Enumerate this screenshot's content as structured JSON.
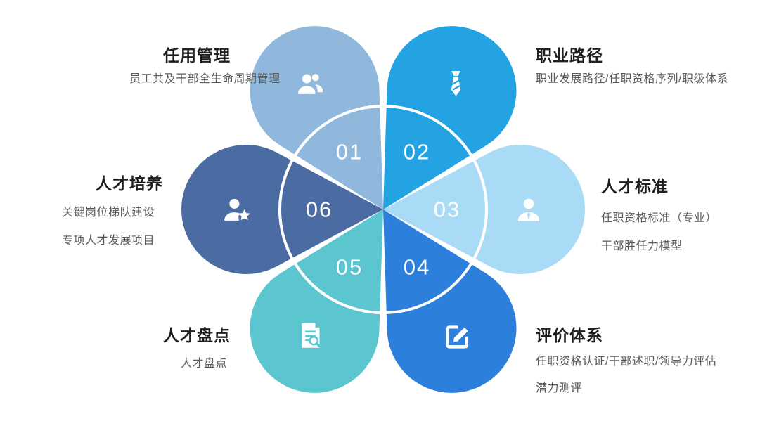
{
  "diagram": {
    "ring_color": "#ffffff",
    "number_color": "#ffffff",
    "title_color": "#1f1f1f",
    "subtitle_color": "#5a5a5a",
    "petals": [
      {
        "id": "appointment-management",
        "number": "01",
        "color": "#90B8DC",
        "icon": "people-icon",
        "title": "任用管理",
        "lines": [
          "员工共及干部全生命周期管理"
        ]
      },
      {
        "id": "career-path",
        "number": "02",
        "color": "#23A3E2",
        "icon": "tie-icon",
        "title": "职业路径",
        "lines": [
          "职业发展路径/任职资格序列/职级体系"
        ]
      },
      {
        "id": "talent-standard",
        "number": "03",
        "color": "#A9DBF6",
        "icon": "person-icon",
        "title": "人才标准",
        "lines": [
          "任职资格标准（专业）",
          "干部胜任力模型"
        ]
      },
      {
        "id": "evaluation-system",
        "number": "04",
        "color": "#2C7FDA",
        "icon": "edit-icon",
        "title": "评价体系",
        "lines": [
          "任职资格认证/干部述职/领导力评估",
          "潜力测评"
        ]
      },
      {
        "id": "talent-review",
        "number": "05",
        "color": "#5BC6CF",
        "icon": "doc-search-icon",
        "title": "人才盘点",
        "lines": [
          "人才盘点"
        ]
      },
      {
        "id": "talent-development",
        "number": "06",
        "color": "#4B6CA3",
        "icon": "person-star-icon",
        "title": "人才培养",
        "lines": [
          "关键岗位梯队建设",
          "专项人才发展项目"
        ]
      }
    ]
  }
}
